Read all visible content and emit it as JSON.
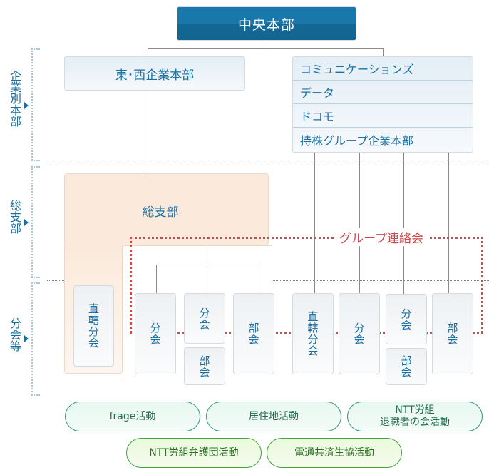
{
  "top": {
    "label": "中央本部"
  },
  "side_labels": [
    {
      "label": "企業別本部"
    },
    {
      "label": "総支部"
    },
    {
      "label": "分会等"
    }
  ],
  "enterprise": {
    "east_west": "東･西企業本部",
    "corp_list": [
      "コミュニケーションズ",
      "データ",
      "ドコモ",
      "持株グループ企業本部"
    ]
  },
  "branch": {
    "label": "総支部"
  },
  "group_liaison": {
    "label": "グループ連絡会"
  },
  "units_left": {
    "direct": "直轄分会",
    "bunkai": "分会",
    "bunkai2": "分会",
    "bukai_small": "部会",
    "bukai": "部会"
  },
  "units_right": {
    "direct": "直轄分会",
    "bunkai": "分会",
    "bunkai2": "分会",
    "bukai_small": "部会",
    "bukai": "部会"
  },
  "activities_row1": [
    {
      "label": "frage活動"
    },
    {
      "label": "居住地活動"
    },
    {
      "label_line1": "NTT労組",
      "label_line2": "退職者の会活動"
    }
  ],
  "activities_row2": [
    {
      "label": "NTT労組弁護団活動"
    },
    {
      "label": "電通共済生協活動"
    }
  ],
  "colors": {
    "accent_blue": "#1a6fa3",
    "group_red": "#d0454a",
    "branch_peach": "#fbeadb",
    "activity_teal": "#2e9a74",
    "activity_green": "#3da53b"
  }
}
